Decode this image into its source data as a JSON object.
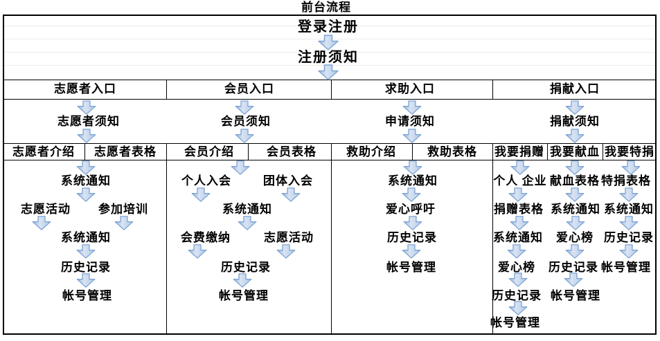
{
  "title": "前台流程",
  "palette": {
    "arrow_fill_light": "#d9e4f3",
    "arrow_fill": "#b3cbe6",
    "arrow_edge": "#7da3d4",
    "grid_line": "#000000",
    "text": "#000000"
  },
  "entry_flow": {
    "login": "登录注册",
    "register_notice": "注册须知"
  },
  "columns": [
    {
      "header": "志愿者入口",
      "notice": "志愿者须知",
      "subheaders": [
        "志愿者介绍",
        "志愿者表格"
      ],
      "flow": [
        "系统通知",
        "志愿活动",
        "参加培训",
        "系统通知",
        "历史记录",
        "帐号管理"
      ]
    },
    {
      "header": "会员入口",
      "notice": "会员须知",
      "subheaders": [
        "会员介绍",
        "会员表格"
      ],
      "flow": [
        "个人入会",
        "团体入会",
        "系统通知",
        "会费缴纳",
        "志愿活动",
        "历史记录",
        "帐号管理"
      ]
    },
    {
      "header": "求助入口",
      "notice": "申请须知",
      "subheaders": [
        "救助介绍",
        "救助表格"
      ],
      "flow": [
        "系统通知",
        "爱心呼吁",
        "历史记录",
        "帐号管理"
      ]
    },
    {
      "header": "捐献入口",
      "notice": "捐献须知",
      "subheaders": [
        "我要捐赠",
        "我要献血",
        "我要特捐"
      ],
      "subflows": [
        [
          "个人 企业",
          "捐赠表格",
          "系统通知",
          "爱心榜",
          "历史记录",
          "帐号管理"
        ],
        [
          "献血表格",
          "系统通知",
          "爱心榜",
          "历史记录",
          "帐号管理"
        ],
        [
          "特捐表格",
          "系统通知",
          "历史记录",
          "帐号管理"
        ]
      ]
    }
  ]
}
